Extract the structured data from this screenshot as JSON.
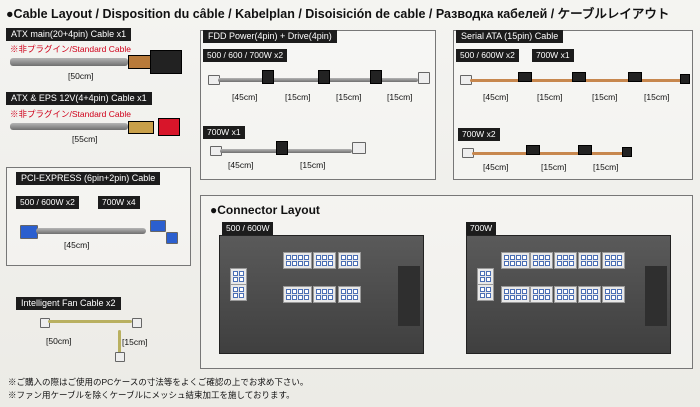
{
  "header": {
    "title": "●Cable Layout / Disposition du câble / Kabelplan / Disoisición de cable / Разводка кабелей / ケーブルレイアウト"
  },
  "atx_main": {
    "label": "ATX main(20+4pin) Cable x1",
    "note": "※非プラグイン/Standard Cable",
    "length": "[50cm]"
  },
  "atx_eps": {
    "label": "ATX & EPS 12V(4+4pin) Cable x1",
    "note": "※非プラグイン/Standard Cable",
    "length": "[55cm]"
  },
  "pcie": {
    "label": "PCI-EXPRESS (6pin+2pin) Cable",
    "model_a": "500 / 600W  x2",
    "model_b": "700W x4",
    "length": "[45cm]"
  },
  "fan": {
    "label": "Intelligent Fan Cable x2",
    "length_a": "[50cm]",
    "length_b": "[15cm]"
  },
  "fdd": {
    "label": "FDD Power(4pin) + Drive(4pin)",
    "model_a": "500 / 600 / 700W x2",
    "model_b": "700W x1",
    "a_lengths": [
      "[45cm]",
      "[15cm]",
      "[15cm]",
      "[15cm]"
    ],
    "b_lengths": [
      "[45cm]",
      "[15cm]"
    ]
  },
  "sata": {
    "label": "Serial ATA (15pin) Cable",
    "model_a": "500 / 600W x2",
    "model_b": "700W x1",
    "model_c": "700W x2",
    "a_lengths": [
      "[45cm]",
      "[15cm]",
      "[15cm]",
      "[15cm]"
    ],
    "c_lengths": [
      "[45cm]",
      "[15cm]",
      "[15cm]"
    ]
  },
  "connector": {
    "title": "●Connector Layout",
    "panel_a": "500 / 600W",
    "panel_b": "700W"
  },
  "footer": {
    "note1": "※ご購入の際はご使用のPCケースの寸法等をよくご確認の上でお求め下さい。",
    "note2": "※ファン用ケーブルを除くケーブルにメッシュ結束加工を施しております。"
  },
  "colors": {
    "red_note": "#d0001a",
    "label_bg": "#1c1c1c",
    "panel": "#4a4a4a",
    "connector_plug": "#2b5fcf",
    "eps_plug": "#d8152a"
  }
}
